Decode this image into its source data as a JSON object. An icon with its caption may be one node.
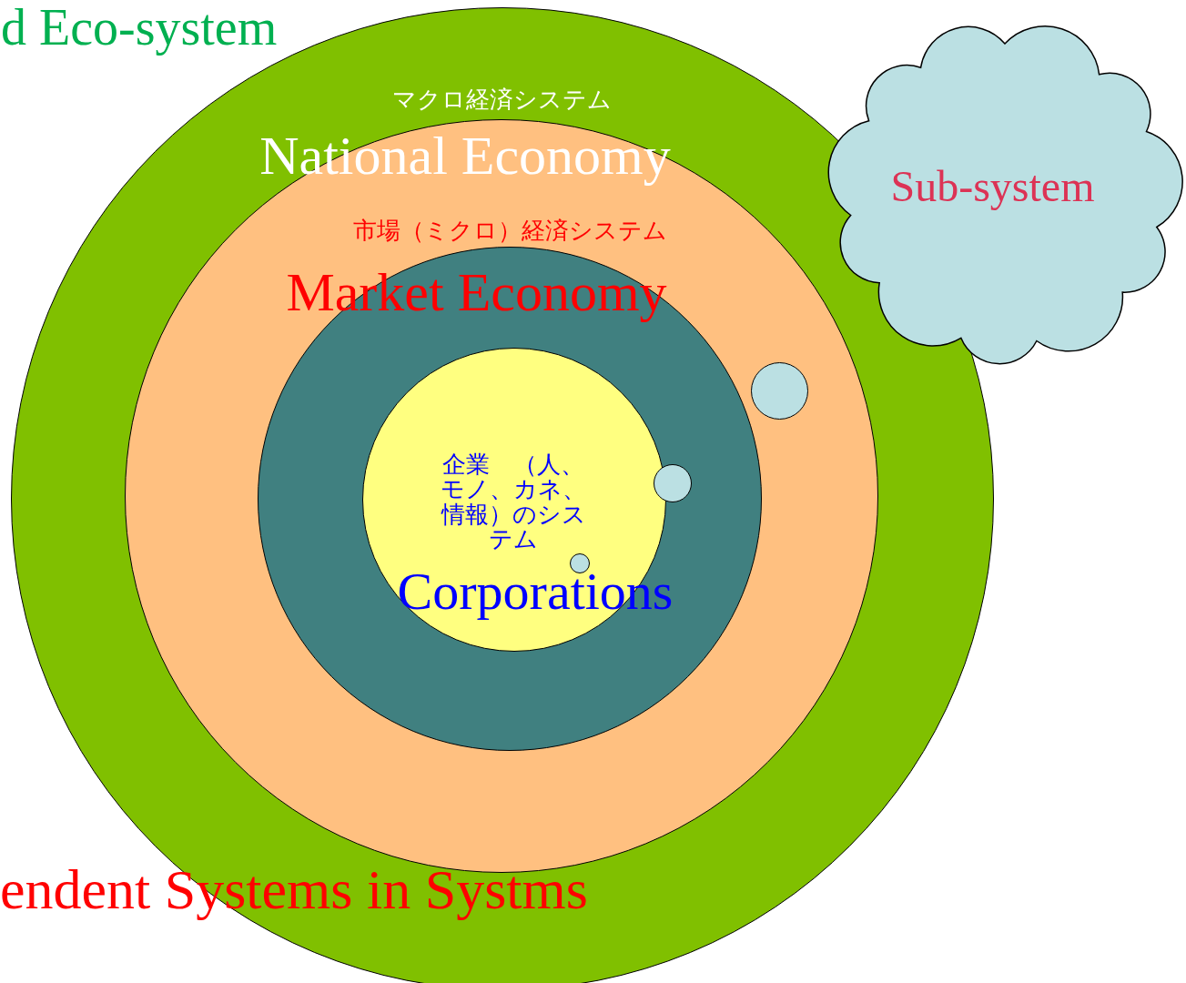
{
  "diagram": {
    "nodes": [
      {
        "text": [
          "d Eco-system"
        ]
      },
      {
        "text": [
          "マクロ経済システム",
          "National Economy"
        ],
        "in": 0
      },
      {
        "text": [
          "市場（ミクロ）経済システム",
          "Market Economy"
        ],
        "in": 1
      },
      {
        "text": [
          "企業　（人、モノ、カネ、情報）のシステム",
          "Corporations"
        ],
        "in": 2
      },
      {
        "text": [
          "Sub-system"
        ]
      },
      {
        "text": [],
        "shape": "circle",
        "in": 1
      },
      {
        "text": [],
        "shape": "circle",
        "in": 2
      },
      {
        "text": [],
        "shape": "circle",
        "in": 3
      }
    ],
    "edges": [],
    "labels": [
      "endent Systems in Systms"
    ]
  }
}
